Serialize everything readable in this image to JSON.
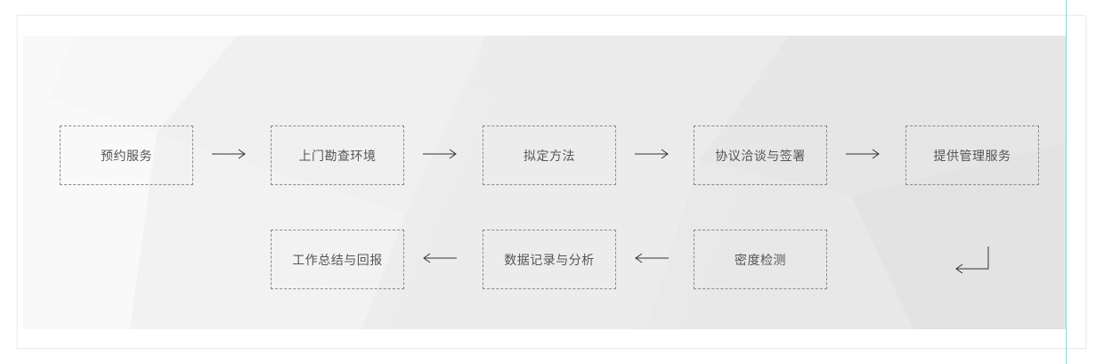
{
  "process": {
    "steps": [
      "预约服务",
      "上门勘查环境",
      "拟定方法",
      "协议洽谈与签署",
      "提供管理服务",
      "密度检测",
      "数据记录与分析",
      "工作总结与回报"
    ]
  },
  "colors": {
    "border": "#8a8a8a",
    "text": "#555555",
    "arrow": "#333333",
    "guide_line": "#7fd9e0"
  }
}
